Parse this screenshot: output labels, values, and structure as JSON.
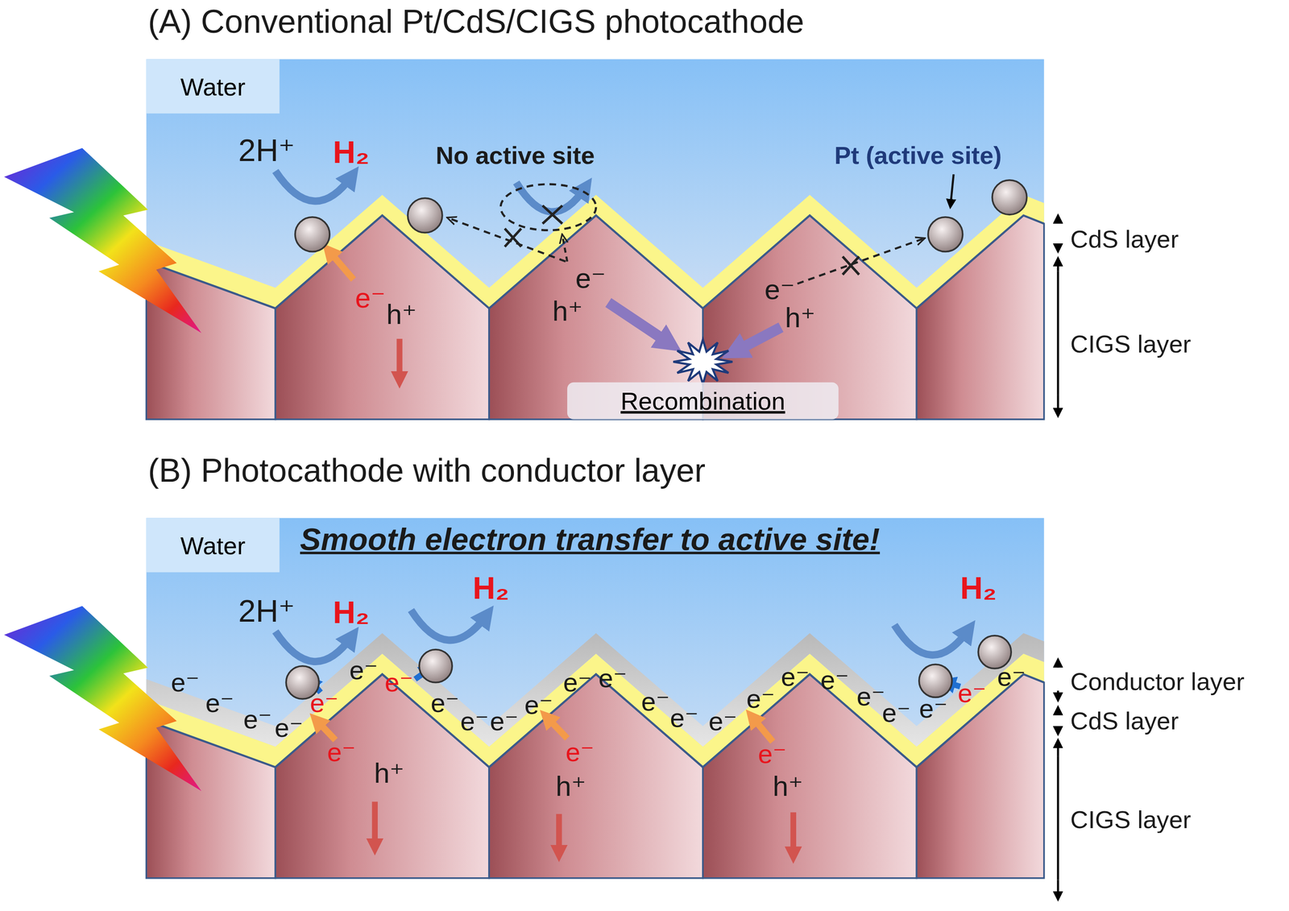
{
  "diagram": {
    "nodes": [
      {
        "text": [
          "Water"
        ]
      },
      {
        "text": [
          "Recombination"
        ]
      },
      {
        "text": [
          "Water"
        ]
      }
    ],
    "labels": [
      "(A) Conventional Pt/CdS/CIGS photocathode",
      "2H⁺",
      "H₂",
      "No active site",
      "Pt (active site)",
      "e⁻",
      "h⁺",
      "e⁻",
      "h⁺",
      "CdS layer",
      "e⁻",
      "h⁺",
      "CIGS layer",
      "(B) Photocathode with conductor layer",
      "Smooth electron transfer to active site!",
      "2H⁺",
      "H₂",
      "H₂",
      "H₂",
      "e⁻",
      "e⁻",
      "e⁻",
      "e⁻",
      "e⁻",
      "e⁻",
      "e⁻",
      "e⁻",
      "e⁻",
      "e⁻",
      "e⁻",
      "e⁻",
      "e⁻",
      "e⁻",
      "e⁻",
      "e⁻",
      "e⁻",
      "e⁻",
      "e⁻",
      "e⁻",
      "e⁻",
      "e⁻",
      "e⁻",
      "e⁻",
      "e⁻",
      "e⁻",
      "e⁻",
      "h⁺",
      "h⁺",
      "h⁺",
      "Conductor layer",
      "CdS layer",
      "CIGS layer"
    ]
  }
}
